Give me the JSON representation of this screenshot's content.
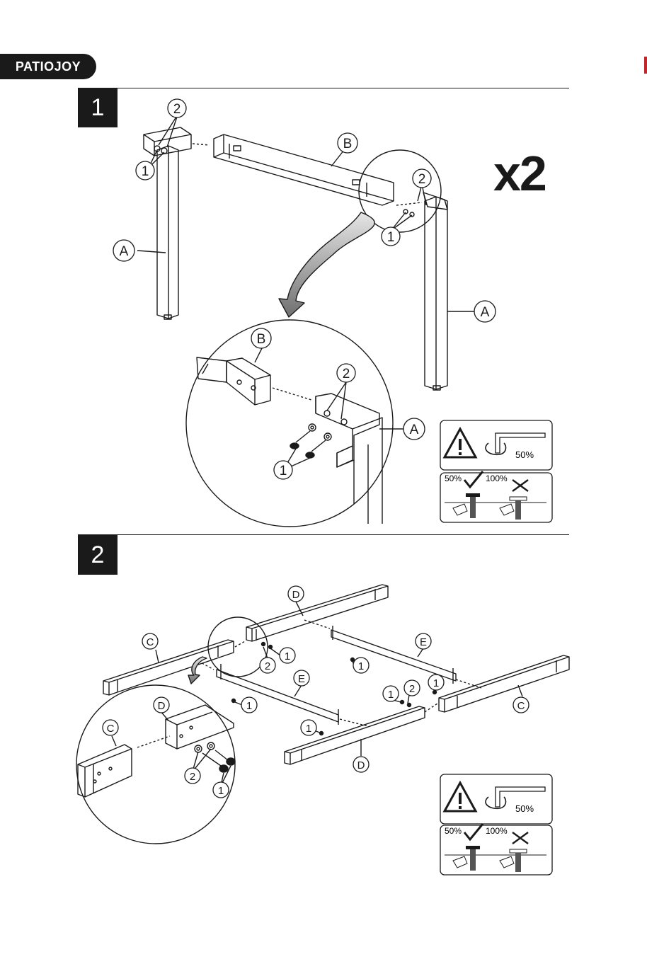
{
  "brand": {
    "logo_text": "PATIOJOY"
  },
  "steps": [
    {
      "number": "1",
      "multiplier": "x2"
    },
    {
      "number": "2"
    }
  ],
  "part_labels": {
    "A": "A",
    "B": "B",
    "C": "C",
    "D": "D",
    "E": "E"
  },
  "hardware_labels": {
    "screw": "1",
    "washer": "2"
  },
  "torque_panel": {
    "torque_value": "50%",
    "correct_value": "50%",
    "wrong_value": "100%"
  },
  "colors": {
    "ink": "#1a1a1a",
    "accent": "#c0272d",
    "arrow_gray": "#8a8a8a"
  }
}
